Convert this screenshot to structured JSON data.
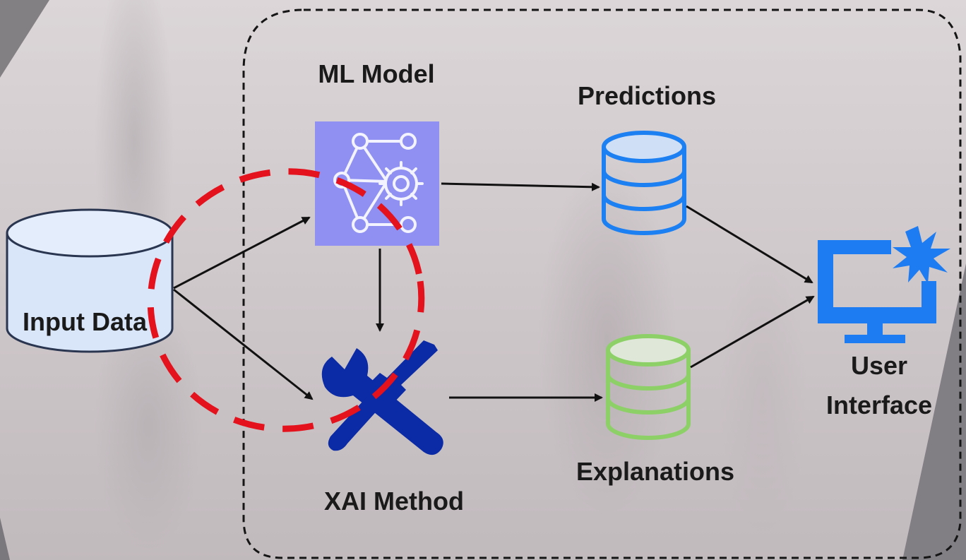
{
  "diagram": {
    "nodes": {
      "input_data": "Input Data",
      "ml_model": "ML Model",
      "xai_method": "XAI Method",
      "predictions": "Predictions",
      "explanations": "Explanations",
      "user_interface_line1": "User",
      "user_interface_line2": "Interface"
    },
    "icons": {
      "input_data": "database-cylinder-icon",
      "ml_model": "ml-brain-gear-icon",
      "xai_method": "wrench-screwdriver-icon",
      "predictions": "database-icon",
      "explanations": "database-icon",
      "user_interface": "monitor-icon"
    },
    "edges": [
      {
        "from": "Input Data",
        "to": "ML Model"
      },
      {
        "from": "Input Data",
        "to": "XAI Method"
      },
      {
        "from": "ML Model",
        "to": "XAI Method"
      },
      {
        "from": "ML Model",
        "to": "Predictions"
      },
      {
        "from": "XAI Method",
        "to": "Explanations"
      },
      {
        "from": "Predictions",
        "to": "User Interface"
      },
      {
        "from": "Explanations",
        "to": "User Interface"
      }
    ],
    "colors": {
      "ml_model_box": "#8f90f2",
      "xai_icon": "#0b2aa6",
      "predictions_db": "#1c7ff2",
      "explanations_db": "#8dd068",
      "input_db_fill": "#dbe8fb",
      "monitor": "#1e7cf2",
      "highlight_circle": "#e3121c"
    }
  }
}
